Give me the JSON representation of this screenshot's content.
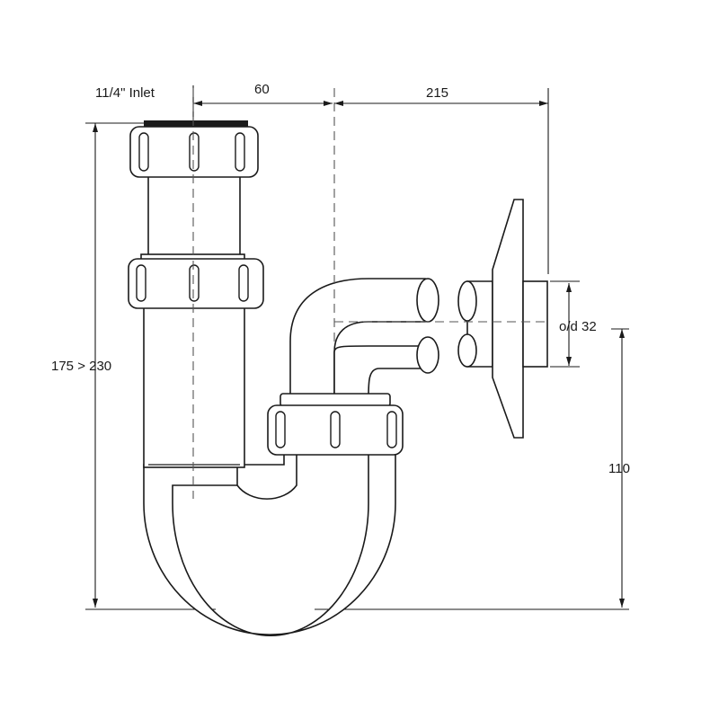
{
  "labels": {
    "inlet": "11/4\" Inlet",
    "offset": "60",
    "length": "215",
    "height": "175 > 230",
    "outlet_diameter": "o/d 32",
    "outlet_height": "110"
  }
}
